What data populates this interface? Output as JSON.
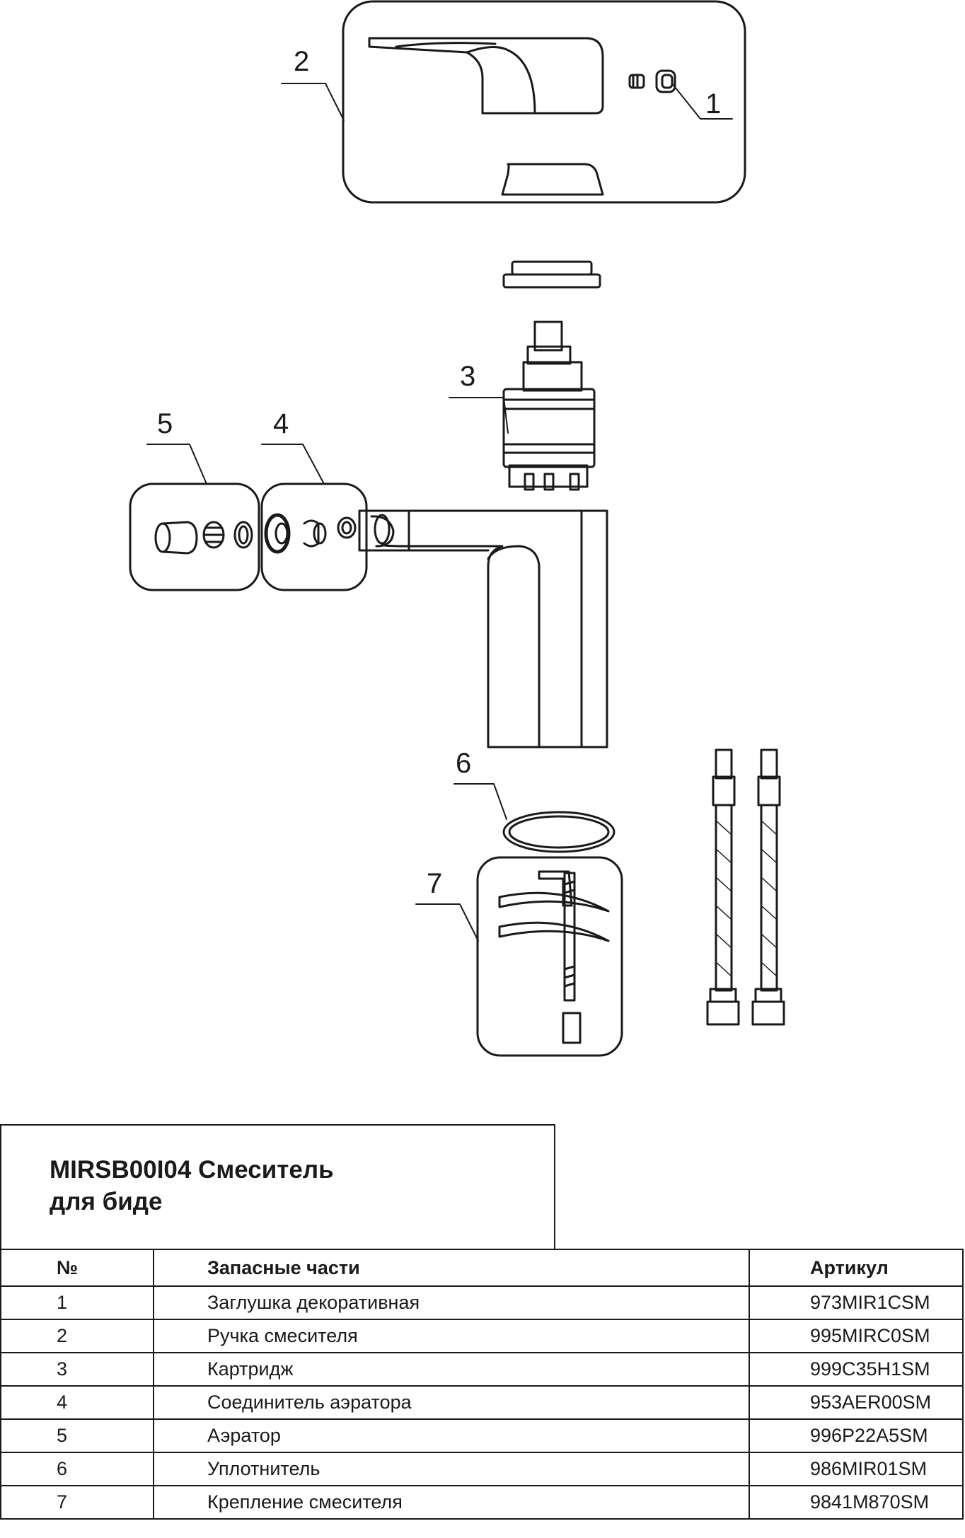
{
  "document": {
    "title_line1": "MIRSB00I04 Смеситель",
    "title_line2": "для биде"
  },
  "callouts": [
    "1",
    "2",
    "3",
    "4",
    "5",
    "6",
    "7"
  ],
  "table": {
    "headers": {
      "no": "№",
      "name": "Запасные части",
      "article": "Артикул"
    },
    "rows": [
      {
        "no": "1",
        "name": "Заглушка декоративная",
        "article": "973MIR1CSM"
      },
      {
        "no": "2",
        "name": "Ручка смесителя",
        "article": "995MIRC0SM"
      },
      {
        "no": "3",
        "name": "Картридж",
        "article": "999C35H1SM"
      },
      {
        "no": "4",
        "name": "Соединитель аэратора",
        "article": "953AER00SM"
      },
      {
        "no": "5",
        "name": "Аэратор",
        "article": "996P22A5SM"
      },
      {
        "no": "6",
        "name": "Уплотнитель",
        "article": "986MIR01SM"
      },
      {
        "no": "7",
        "name": "Крепление смесителя",
        "article": "9841M870SM"
      }
    ]
  },
  "colors": {
    "line": "#1a1a1a",
    "background": "#ffffff"
  }
}
